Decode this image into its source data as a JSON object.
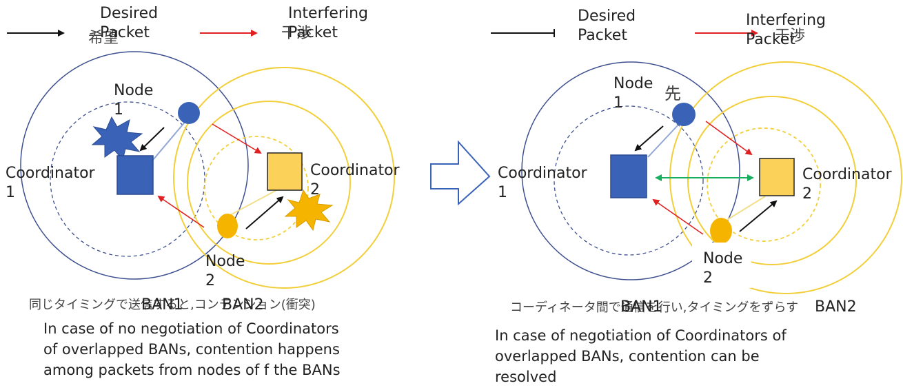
{
  "legend": {
    "desired": "Desired\nPacket",
    "interfering": "Interfering\nPacket",
    "desired_jp": "希望",
    "interfering_jp": "干渉"
  },
  "left": {
    "node1": "Node\n1",
    "node2": "Node\n2",
    "coord1": "Coordinator\n1",
    "coord2": "Coordinator\n2",
    "ban1": "BAN1",
    "ban2": "BAN2",
    "jp_caption": "同じタイミングで送信すると,コンテンション(衝突)",
    "caption": "In case of no negotiation of Coordinators\nof overlapped BANs, contention happens\namong packets from nodes of f the BANs"
  },
  "right": {
    "node1": "Node\n1",
    "node1_jp": "先",
    "node2": "Node\n2",
    "coord1": "Coordinator\n1",
    "coord2": "Coordinator\n2",
    "ban1": "BAN1",
    "ban2": "BAN2",
    "jp_caption": "コーディネータ間で通信を行い,タイミングをずらす",
    "caption": "In case of negotiation of Coordinators of\noverlapped BANs, contention can be\nresolved"
  },
  "colors": {
    "ban1_ring": "#3d4f8f",
    "ban2_ring": "#f2cf3a",
    "coordinator1": "#3a63b8",
    "coordinator2": "#fbd15a",
    "node1": "#3a63b8",
    "node2": "#f5b400",
    "desired_arrow": "#111111",
    "interfering_arrow": "#e02020",
    "negotiation_arrow": "#18b060",
    "collision": "#f5b400"
  }
}
